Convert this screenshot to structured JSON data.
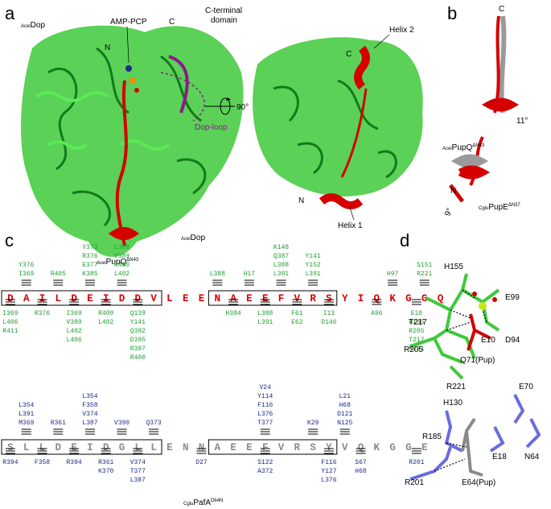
{
  "panels": {
    "a": {
      "label": "a",
      "dop": "Dop",
      "dop_prefix": "Acel",
      "ligand": "AMP-PCP",
      "c_term": "C",
      "n_term": "N",
      "c_domain_1": "C-terminal",
      "c_domain_2": "domain",
      "dop_loop": "Dop-loop",
      "pup": "PupQ",
      "pup_prefix": "Acel",
      "pup_sup": "ΔN43",
      "rotation": "90°",
      "helix2": "Helix 2",
      "helix1": "Helix 1",
      "c_right": "C",
      "n_right": "N"
    },
    "b": {
      "label": "b",
      "c_term": "C",
      "angle1": "11°",
      "pupq": "PupQ",
      "pupq_prefix": "Acel",
      "pupq_sup": "ΔN43",
      "n_term": "N",
      "angle2": "9°",
      "pupe": "PupE",
      "pupe_prefix": "Cglu",
      "pupe_sup": "ΔN37"
    },
    "c": {
      "label": "c",
      "top_title_prefix": "Acel",
      "top_title": "Dop",
      "bottom_title_prefix": "Cglu",
      "bottom_title": "PafA",
      "bottom_title_sup": "D64N",
      "top_seq": [
        "D",
        "A",
        "I",
        "L",
        "D",
        "E",
        "I",
        "D",
        "D",
        "V",
        "L",
        "E",
        "E",
        "N",
        "A",
        "E",
        "E",
        "F",
        "V",
        "R",
        "S",
        "Y",
        "I",
        "Q",
        "K",
        "G",
        "G",
        "Q"
      ],
      "bottom_seq": [
        "S",
        "L",
        "L",
        "D",
        "E",
        "I",
        "D",
        "G",
        "L",
        "L",
        "E",
        "N",
        "N",
        "A",
        "E",
        "E",
        "F",
        "V",
        "R",
        "S",
        "Y",
        "V",
        "Q",
        "K",
        "G",
        "G",
        "E"
      ],
      "top_above": [
        [
          "Y376",
          "I369"
        ],
        [
          "R405"
        ],
        [
          "Y373",
          "R376",
          "E377",
          "K385"
        ],
        [
          "L388",
          "V389",
          "R400",
          "L402"
        ],
        [
          "L388"
        ],
        [
          "H17"
        ],
        [
          "K148",
          "Q387",
          "L388",
          "L391"
        ],
        [
          "Y141",
          "Y152",
          "L391"
        ],
        [
          "H97"
        ],
        [
          "S151",
          "R221"
        ]
      ],
      "top_below": [
        [
          "I369",
          "L406",
          "R411"
        ],
        [
          "R376"
        ],
        [
          "I369",
          "V389",
          "L402",
          "L406"
        ],
        [
          "R400",
          "L402"
        ],
        [
          "Q139",
          "Y141",
          "Q392",
          "D395",
          "R397",
          "R400"
        ],
        [
          "H384"
        ],
        [
          "L388",
          "L391"
        ],
        [
          "F61",
          "E62"
        ],
        [
          "I13",
          "D146"
        ],
        [
          "A96"
        ],
        [
          "E10",
          "H155",
          "R205",
          "T217",
          "R221"
        ]
      ],
      "bottom_above": [
        [
          "L354",
          "L391",
          "M369"
        ],
        [
          "R361"
        ],
        [
          "L354",
          "F358",
          "V374",
          "L387"
        ],
        [
          "V390"
        ],
        [
          "Q373"
        ],
        [
          "V24",
          "Y114",
          "F116",
          "L376",
          "T377"
        ],
        [
          "K29"
        ],
        [
          "L21",
          "H68",
          "D121",
          "N125"
        ]
      ],
      "bottom_below": [
        [
          "R394"
        ],
        [
          "F358"
        ],
        [
          "R394"
        ],
        [
          "R361",
          "K370"
        ],
        [
          "V374",
          "T377",
          "L387"
        ],
        [
          "D27"
        ],
        [
          "S122",
          "A372"
        ],
        [
          "F116",
          "Y127",
          "L376"
        ],
        [
          "S67",
          "H68"
        ],
        [
          "R201"
        ]
      ]
    },
    "d": {
      "label": "d",
      "top_residues": [
        "H155",
        "E99",
        "T217",
        "D94",
        "E10",
        "R205",
        "Q71(Pup)",
        "R221"
      ],
      "bottom_residues": [
        "H130",
        "E70",
        "R185",
        "E18",
        "N64",
        "R201",
        "E64(Pup)"
      ]
    }
  }
}
